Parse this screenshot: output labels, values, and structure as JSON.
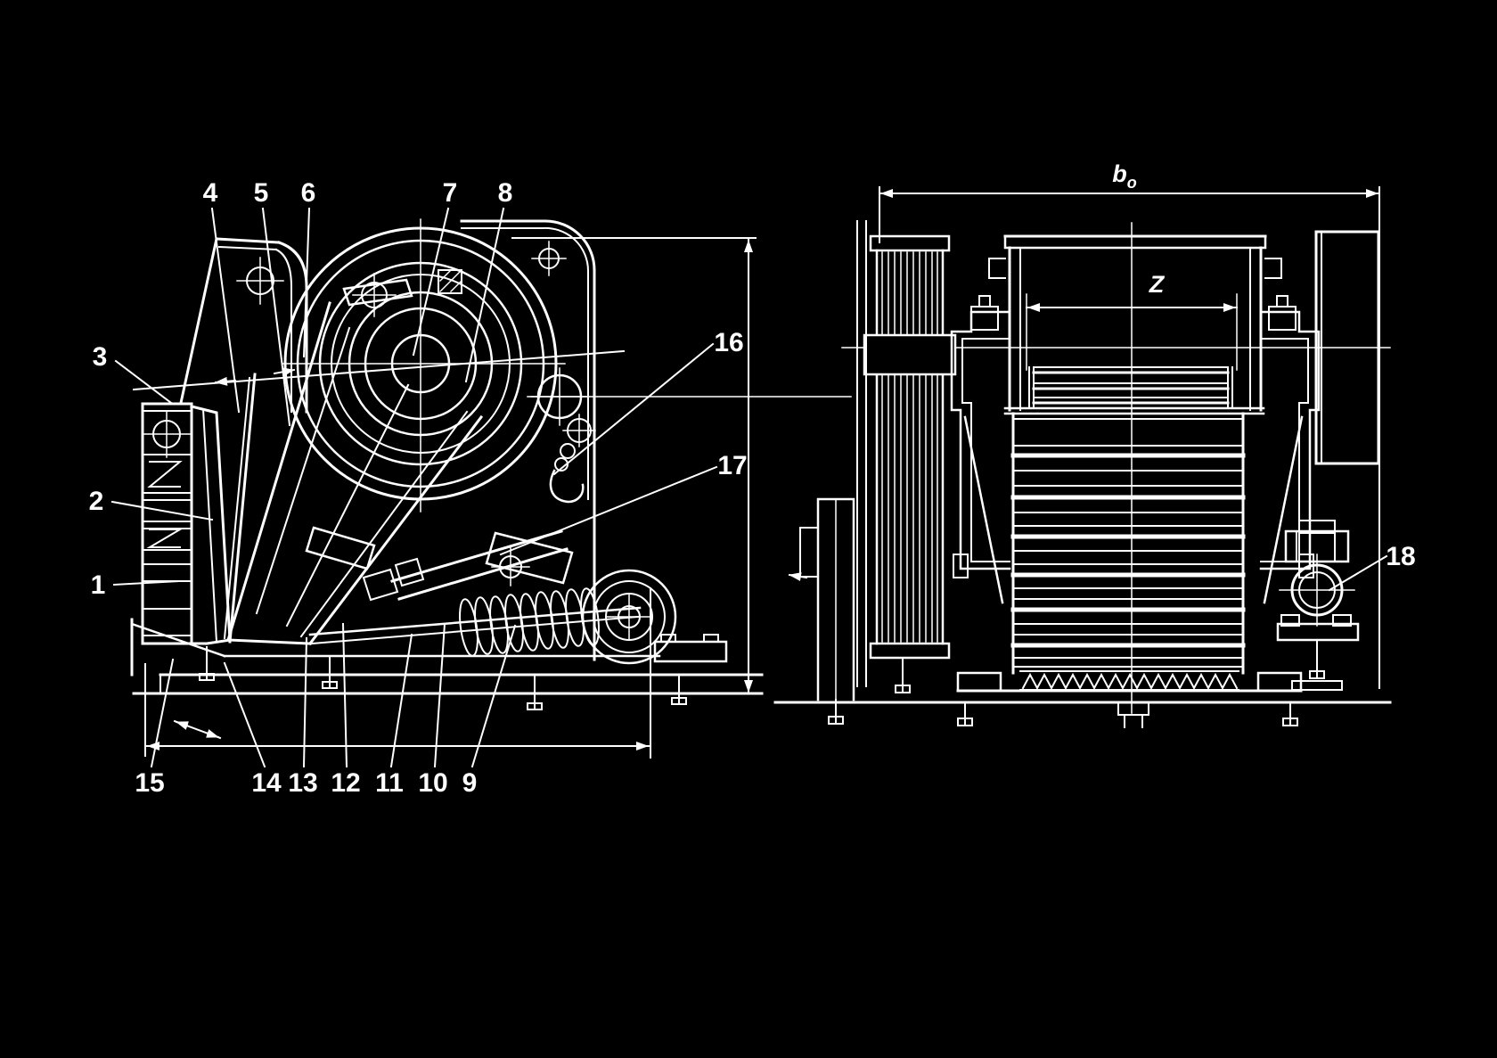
{
  "figure": {
    "background_color": "#000000",
    "line_color": "#ffffff",
    "description_visible_text_only": true
  },
  "callouts": [
    {
      "num": "1"
    },
    {
      "num": "2"
    },
    {
      "num": "3"
    },
    {
      "num": "4"
    },
    {
      "num": "5"
    },
    {
      "num": "6"
    },
    {
      "num": "7"
    },
    {
      "num": "8"
    },
    {
      "num": "9"
    },
    {
      "num": "10"
    },
    {
      "num": "11"
    },
    {
      "num": "12"
    },
    {
      "num": "13"
    },
    {
      "num": "14"
    },
    {
      "num": "15"
    },
    {
      "num": "16"
    },
    {
      "num": "17"
    },
    {
      "num": "18"
    }
  ],
  "dimensions": {
    "overall_width": {
      "base": "b",
      "sub": "o"
    },
    "opening_width": "Z"
  }
}
